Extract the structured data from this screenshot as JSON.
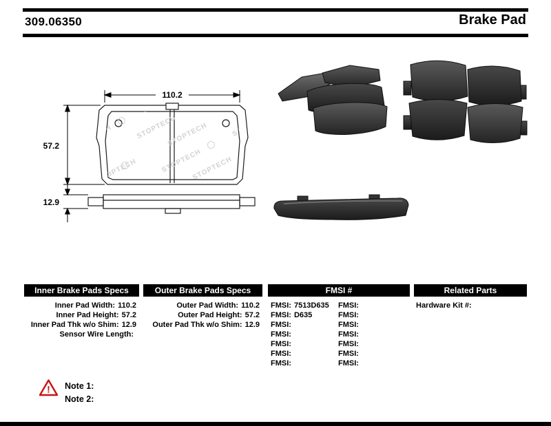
{
  "header": {
    "part_number": "309.06350",
    "product_name": "Brake Pad"
  },
  "diagram": {
    "width_dim": "110.2",
    "height_dim": "57.2",
    "thickness_dim": "12.9",
    "watermark": "STOPTECH"
  },
  "tables": {
    "inner": {
      "title": "Inner Brake Pads Specs",
      "rows": [
        {
          "label": "Inner Pad Width:",
          "value": "110.2"
        },
        {
          "label": "Inner Pad Height:",
          "value": "57.2"
        },
        {
          "label": "Inner Pad Thk w/o Shim:",
          "value": "12.9"
        },
        {
          "label": "Sensor Wire Length:",
          "value": ""
        }
      ]
    },
    "outer": {
      "title": "Outer Brake Pads Specs",
      "rows": [
        {
          "label": "Outer Pad Width:",
          "value": "110.2"
        },
        {
          "label": "Outer Pad Height:",
          "value": "57.2"
        },
        {
          "label": "Outer Pad Thk w/o Shim:",
          "value": "12.9"
        }
      ]
    },
    "fmsi": {
      "title": "FMSI #",
      "col1": [
        {
          "label": "FMSI:",
          "value": "7513D635"
        },
        {
          "label": "FMSI:",
          "value": "D635"
        },
        {
          "label": "FMSI:",
          "value": ""
        },
        {
          "label": "FMSI:",
          "value": ""
        },
        {
          "label": "FMSI:",
          "value": ""
        },
        {
          "label": "FMSI:",
          "value": ""
        },
        {
          "label": "FMSI:",
          "value": ""
        }
      ],
      "col2": [
        {
          "label": "FMSI:",
          "value": ""
        },
        {
          "label": "FMSI:",
          "value": ""
        },
        {
          "label": "FMSI:",
          "value": ""
        },
        {
          "label": "FMSI:",
          "value": ""
        },
        {
          "label": "FMSI:",
          "value": ""
        },
        {
          "label": "FMSI:",
          "value": ""
        },
        {
          "label": "FMSI:",
          "value": ""
        }
      ]
    },
    "related": {
      "title": "Related Parts",
      "rows": [
        {
          "label": "Hardware Kit #:",
          "value": ""
        }
      ]
    }
  },
  "notes": {
    "warning_glyph": "!",
    "note1": "Note 1:",
    "note2": "Note 2:"
  }
}
